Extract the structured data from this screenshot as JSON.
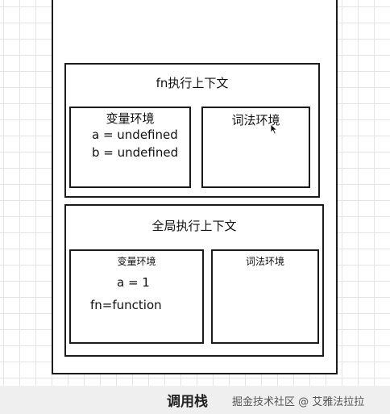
{
  "call_stack": {
    "label": "调用栈",
    "fn_context": {
      "title": "fn执行上下文",
      "variable_env": {
        "title": "变量环境",
        "entries": [
          "a = undefined",
          "b = undefined"
        ]
      },
      "lexical_env": {
        "title": "词法环境"
      }
    },
    "global_context": {
      "title": "全局执行上下文",
      "variable_env": {
        "title": "变量环境",
        "entries": [
          "a = 1",
          "fn=function"
        ]
      },
      "lexical_env": {
        "title": "词法环境"
      }
    }
  },
  "watermark": "掘金技术社区 @ 艾雅法拉拉",
  "icons": {
    "cursor": "mouse-pointer-icon"
  }
}
